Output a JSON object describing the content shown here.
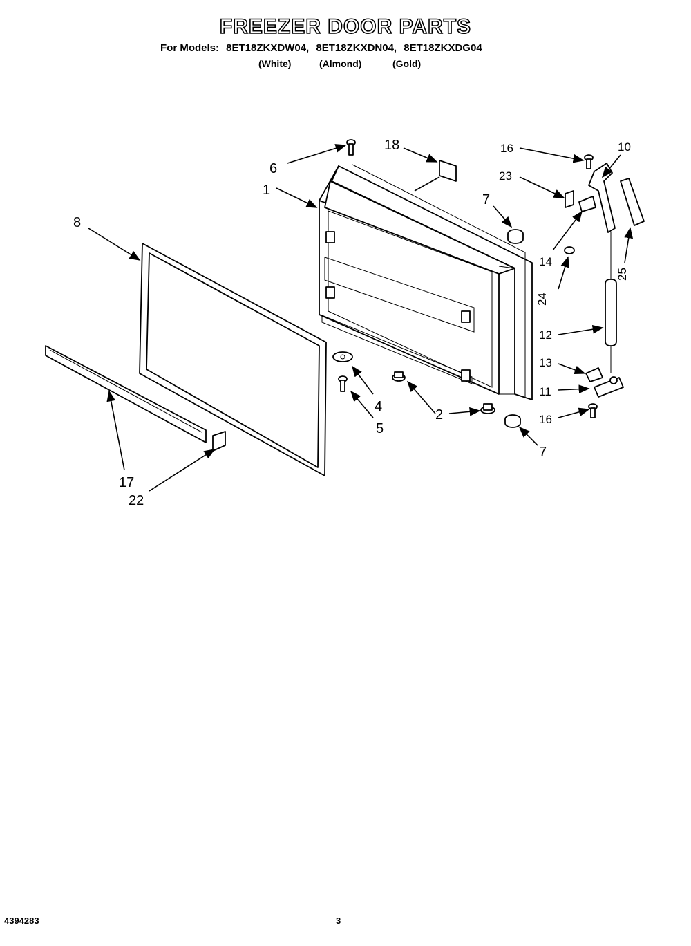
{
  "header": {
    "title": "FREEZER DOOR PARTS",
    "models_label": "For Models:",
    "models": [
      "8ET18ZKXDW04,",
      "8ET18ZKXDN04,",
      "8ET18ZKXDG04"
    ],
    "colors": [
      "(White)",
      "(Almond)",
      "(Gold)"
    ]
  },
  "callouts": [
    {
      "id": "c1",
      "label": "1"
    },
    {
      "id": "c2",
      "label": "2"
    },
    {
      "id": "c4",
      "label": "4"
    },
    {
      "id": "c5",
      "label": "5"
    },
    {
      "id": "c6",
      "label": "6"
    },
    {
      "id": "c7a",
      "label": "7"
    },
    {
      "id": "c7b",
      "label": "7"
    },
    {
      "id": "c8",
      "label": "8"
    },
    {
      "id": "c10",
      "label": "10"
    },
    {
      "id": "c11",
      "label": "11"
    },
    {
      "id": "c12",
      "label": "12"
    },
    {
      "id": "c13",
      "label": "13"
    },
    {
      "id": "c14",
      "label": "14"
    },
    {
      "id": "c16a",
      "label": "16"
    },
    {
      "id": "c16b",
      "label": "16"
    },
    {
      "id": "c17",
      "label": "17"
    },
    {
      "id": "c18",
      "label": "18"
    },
    {
      "id": "c22",
      "label": "22"
    },
    {
      "id": "c23",
      "label": "23"
    },
    {
      "id": "c24",
      "label": "24"
    },
    {
      "id": "c25",
      "label": "25"
    }
  ],
  "footer": {
    "doc_number": "4394283",
    "page_number": "3"
  }
}
